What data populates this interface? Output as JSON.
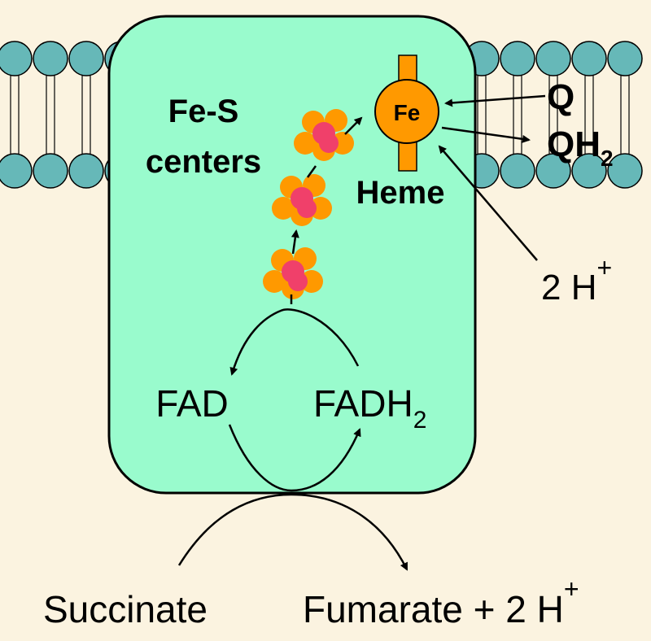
{
  "colors": {
    "background": "#fbf3e0",
    "protein": "#99fbcd",
    "lipid_head": "#66b8b8",
    "heme": "#ff9900",
    "cluster_orange": "#ff9900",
    "cluster_pink": "#f0406a"
  },
  "labels": {
    "fes_line1": "Fe-S",
    "fes_line2": "centers",
    "fe": "Fe",
    "heme": "Heme",
    "q": "Q",
    "qh2_base": "QH",
    "qh2_sub": "2",
    "protons_right_base": "2 H",
    "protons_right_sup": "+",
    "fad": "FAD",
    "fadh2_base": "FADH",
    "fadh2_sub": "2",
    "succinate": "Succinate",
    "fumarate_base": "Fumarate + 2 H",
    "fumarate_sup": "+"
  }
}
